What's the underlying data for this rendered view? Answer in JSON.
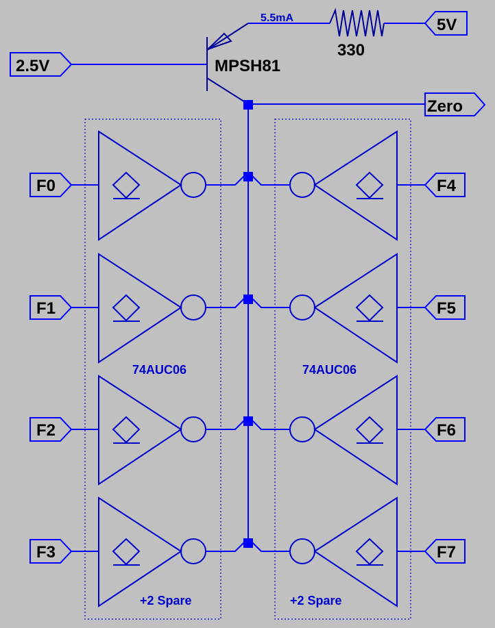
{
  "colors": {
    "background": "#c0c0c0",
    "wire": "#0000ff",
    "symbol": "#0000cc",
    "text": "#000000",
    "annotation": "#0000cc"
  },
  "transistor": {
    "part": "MPSH81",
    "current_annotation": "5.5mA"
  },
  "resistor": {
    "value": "330"
  },
  "net_labels": {
    "base": "2.5V",
    "supply": "5V",
    "collector": "Zero",
    "left": [
      "F0",
      "F1",
      "F2",
      "F3"
    ],
    "right": [
      "F4",
      "F5",
      "F6",
      "F7"
    ]
  },
  "packages": {
    "left": {
      "part": "74AUC06",
      "note": "+2 Spare"
    },
    "right": {
      "part": "74AUC06",
      "note": "+2 Spare"
    }
  }
}
